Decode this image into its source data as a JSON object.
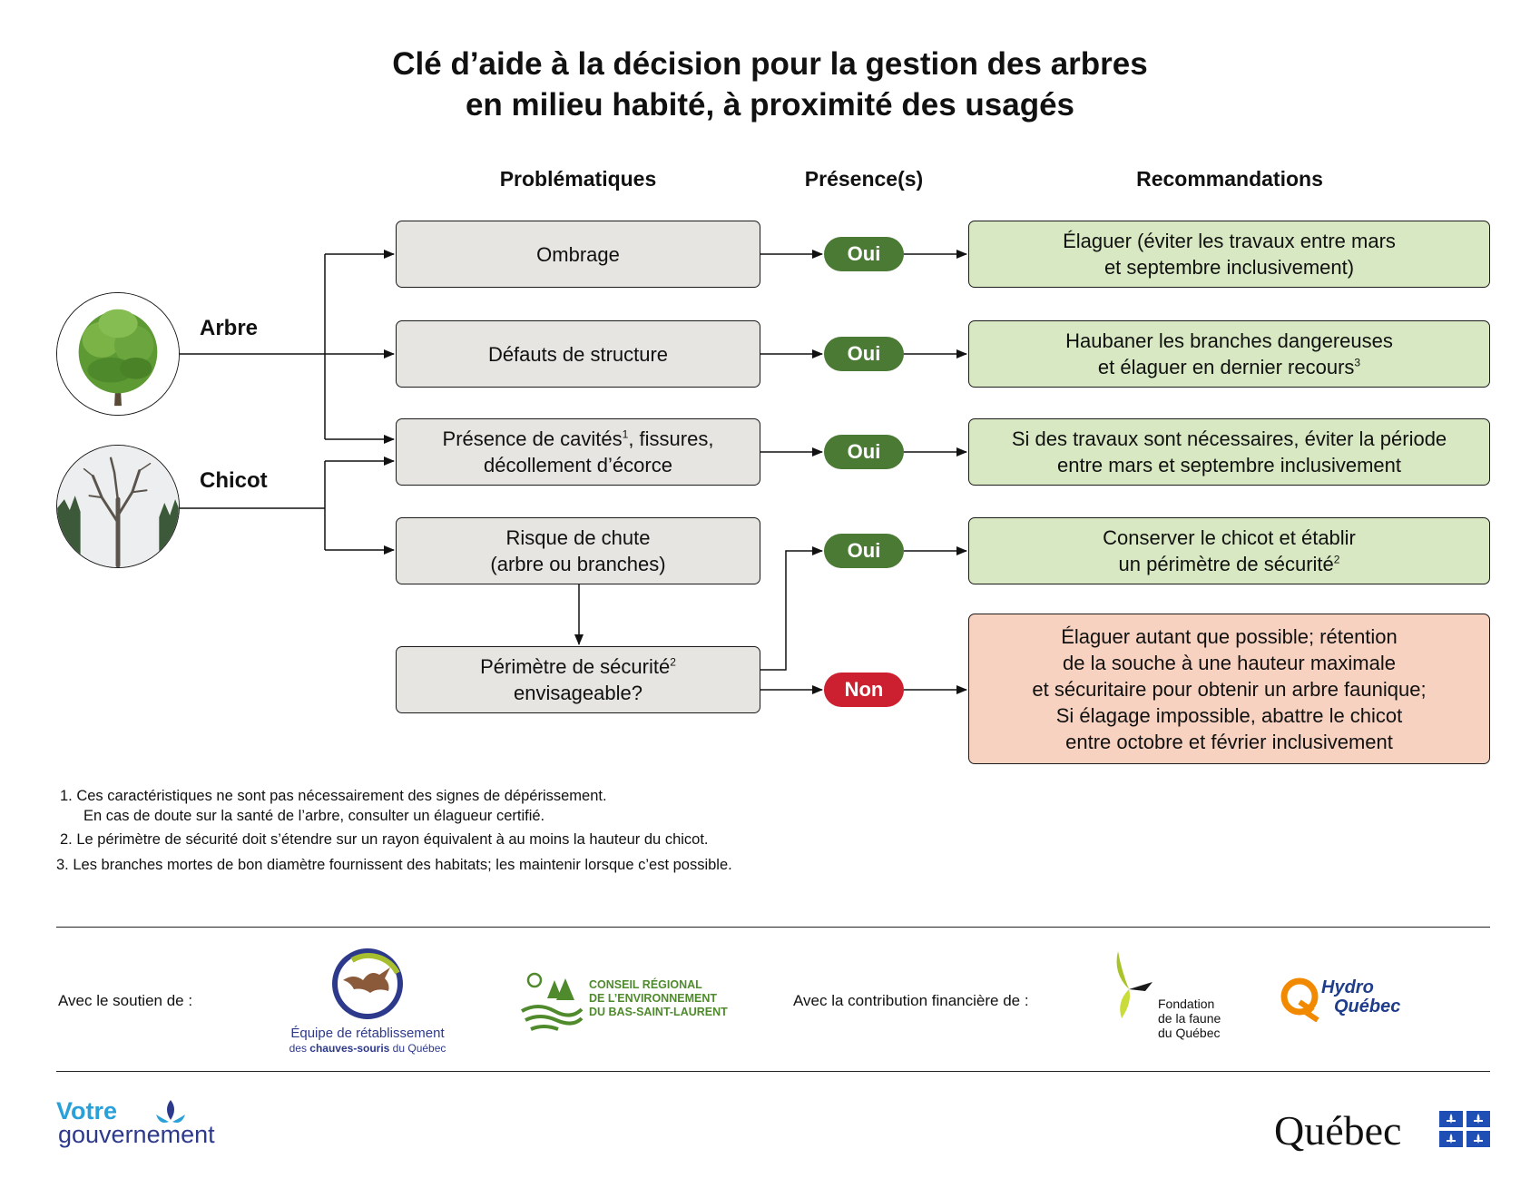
{
  "title": {
    "line1": "Clé d’aide à la décision pour la gestion des arbres",
    "line2": "en milieu habité, à proximité des usagés"
  },
  "columns": {
    "problematiques": "Problématiques",
    "presences": "Présence(s)",
    "recommandations": "Recommandations"
  },
  "sources": {
    "arbre": "Arbre",
    "chicot": "Chicot"
  },
  "problems": {
    "ombrage": "Ombrage",
    "defauts": "Défauts de structure",
    "cavites_a": "Présence de cavités",
    "cavites_sup": "1",
    "cavites_b": ", fissures,",
    "cavites_c": "décollement d’écorce",
    "chute_a": "Risque de chute",
    "chute_b": "(arbre ou branches)",
    "perimetre_a": "Périmètre de sécurité",
    "perimetre_sup": "2",
    "perimetre_b": "envisageable?"
  },
  "answers": {
    "oui": "Oui",
    "non": "Non"
  },
  "recommendations": {
    "r1_a": "Élaguer (éviter les travaux entre mars",
    "r1_b": "et septembre inclusivement)",
    "r2_a": "Haubaner les branches dangereuses",
    "r2_b": "et élaguer en dernier recours",
    "r2_sup": "3",
    "r3_a": "Si des travaux sont nécessaires, éviter la période",
    "r3_b": "entre mars et septembre inclusivement",
    "r4_a": "Conserver le chicot et établir",
    "r4_b": "un périmètre de sécurité",
    "r4_sup": "2",
    "r5_a": "Élaguer autant que possible; rétention",
    "r5_b": "de la souche à une hauteur maximale",
    "r5_c": "et sécuritaire pour obtenir un arbre faunique;",
    "r5_d": "Si élagage impossible, abattre le chicot",
    "r5_e": "entre octobre et février inclusivement"
  },
  "notes": {
    "n1_a": "1.  Ces caractéristiques ne sont pas nécessairement des signes de dépérissement.",
    "n1_b": "En cas de doute sur la santé de l’arbre, consulter un élagueur certifié.",
    "n2": "2.  Le périmètre de sécurité doit s’étendre sur un rayon équivalent à au moins la hauteur du chicot.",
    "n3": "3.  Les branches mortes de bon diamètre fournissent des habitats; les maintenir lorsque c’est possible."
  },
  "footer": {
    "soutien": "Avec le soutien de :",
    "contribution": "Avec la contribution financière de :",
    "equipe_a": "Équipe de rétablissement",
    "equipe_b1": "des ",
    "equipe_b2": "chauves-souris",
    "equipe_b3": " du Québec",
    "crebsl_a": "CONSEIL RÉGIONAL",
    "crebsl_b": "DE L’ENVIRONNEMENT",
    "crebsl_c": "DU BAS-SAINT-LAURENT",
    "fondation_a": "Fondation",
    "fondation_b": "de la faune",
    "fondation_c": "du Québec",
    "hydro_a": "Hydro",
    "hydro_b": "Québec",
    "votre": "Votre",
    "gouvernement": "gouvernement",
    "quebec": "Québec"
  },
  "colors": {
    "oui": "#4a7a33",
    "non": "#cc2030",
    "problem_fill": "#e6e5e1",
    "rec_green": "#d8e8c2",
    "rec_red": "#f8d2c0"
  }
}
